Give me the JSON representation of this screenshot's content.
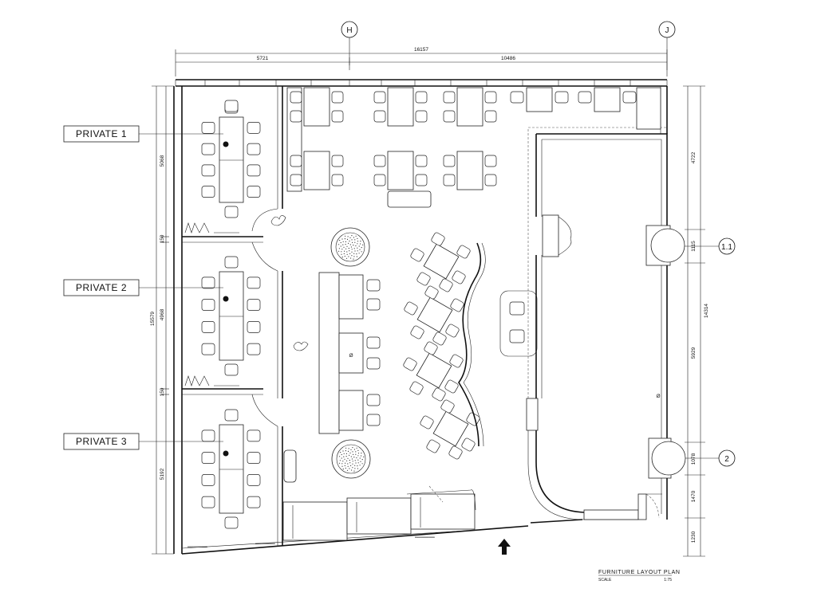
{
  "grid_markers": {
    "h": "H",
    "j": "J",
    "one_one": "1.1",
    "two": "2"
  },
  "dimensions": {
    "top_total": "16157",
    "top_left": "5721",
    "top_right": "10486",
    "left_total": "15579",
    "left_seg_1": "5068",
    "left_seg_2": "150",
    "left_seg_3": "4968",
    "left_seg_4": "150",
    "left_seg_5": "5192",
    "right_total": "14314",
    "right_seg_1": "4722",
    "right_seg_2": "1115",
    "right_seg_3": "5929",
    "right_seg_4": "1078",
    "right_seg_5": "1470",
    "right_seg_6": "1230"
  },
  "rooms": {
    "private_1": "PRIVATE  1",
    "private_2": "PRIVATE  2",
    "private_3": "PRIVATE  3"
  },
  "title_block": {
    "title": "FURNITURE  LAYOUT  PLAN",
    "scale_label": "SCALE",
    "scale_value": "1:75"
  },
  "symbols": {
    "diameter": "Ø"
  },
  "colors": {
    "line": "#111111",
    "background": "#ffffff"
  }
}
